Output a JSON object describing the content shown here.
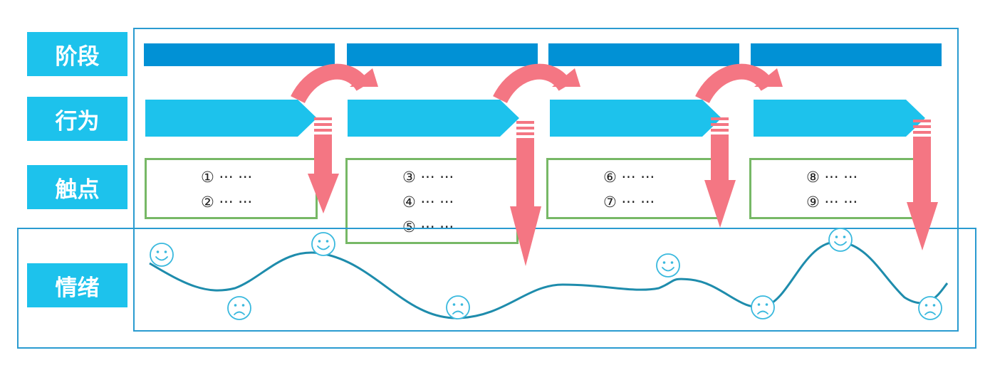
{
  "rows": {
    "stage": "阶段",
    "behavior": "行为",
    "touchpoint": "触点",
    "emotion": "情绪"
  },
  "touchpoints": [
    [
      "① ··· ···",
      "② ··· ···"
    ],
    [
      "③ ··· ···",
      "④ ··· ···",
      "⑤ ··· ···"
    ],
    [
      "⑥ ··· ···",
      "⑦ ··· ···"
    ],
    [
      "⑧ ··· ···",
      "⑨ ··· ···"
    ]
  ],
  "faces": [
    "happy",
    "sad",
    "happy",
    "sad",
    "happy",
    "sad",
    "happy",
    "sad"
  ],
  "colors": {
    "label_bg": "#1dc2ec",
    "stage_bar": "#0191d5",
    "behavior_chevron": "#1dc2ec",
    "touchpoint_border": "#77b866",
    "arrow": "#f47683",
    "emotion_curve": "#1e8cac",
    "face": "#3ab9de",
    "frame": "#2a9bd0"
  }
}
